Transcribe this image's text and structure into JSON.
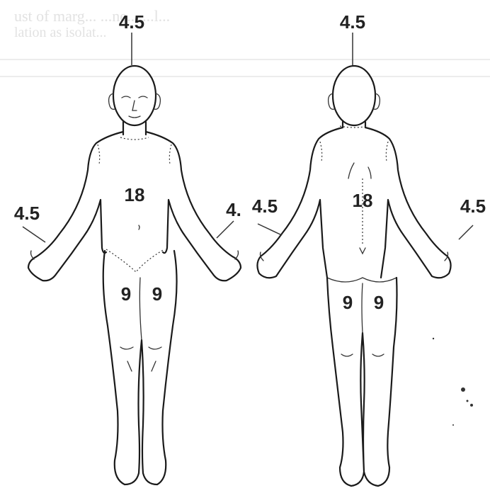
{
  "figure": {
    "front": {
      "head": "4.5",
      "trunk": "18",
      "arm_right": "4.5",
      "arm_left": "4.",
      "leg_right": "9",
      "leg_left": "9"
    },
    "back": {
      "head": "4.5",
      "trunk": "18",
      "arm_left": "4.5",
      "arm_right": "4.5",
      "leg_left": "9",
      "leg_right": "9"
    }
  },
  "colors": {
    "ink": "#1a1a1a",
    "label": "#222222",
    "paper": "#ffffff"
  }
}
